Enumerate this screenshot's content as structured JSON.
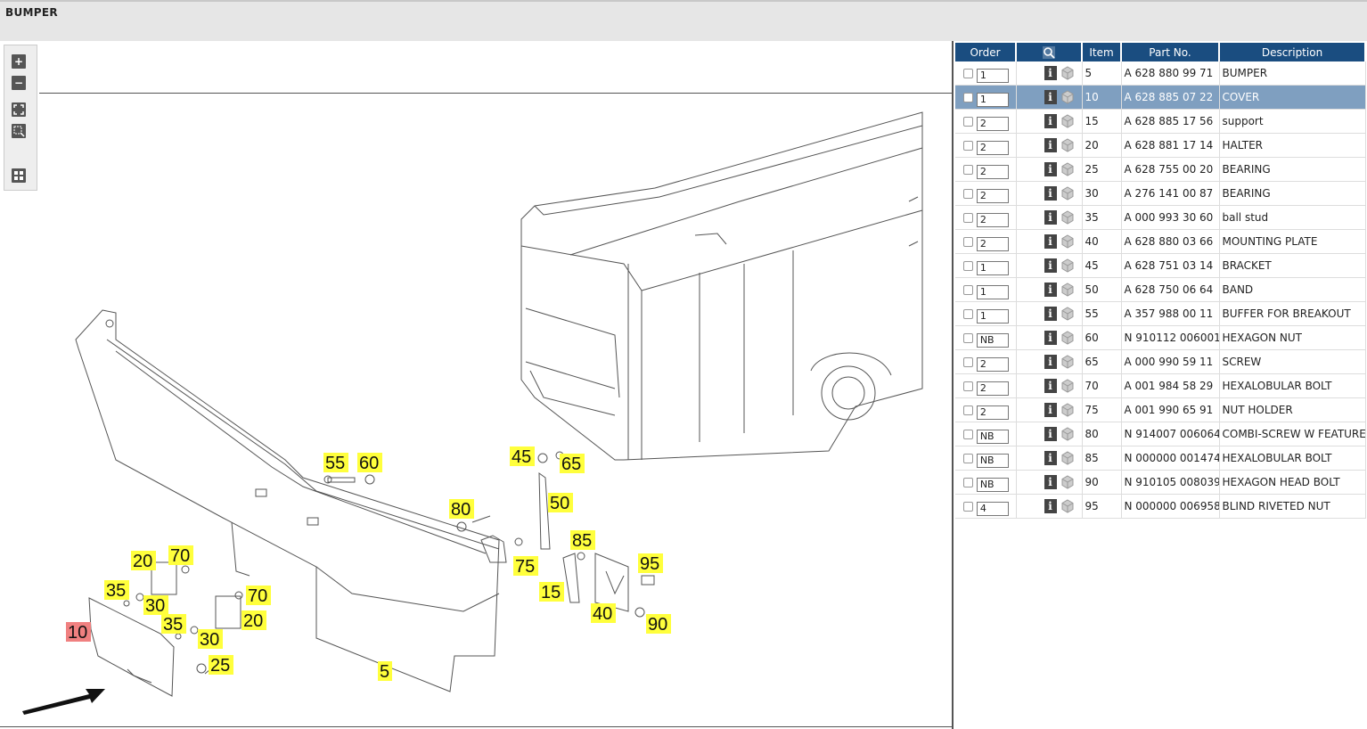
{
  "header": {
    "title": "BUMPER"
  },
  "toolbar": {
    "zoom_in": "+",
    "zoom_out": "−"
  },
  "diagram": {
    "callouts": [
      {
        "label": "55",
        "highlight": false
      },
      {
        "label": "60",
        "highlight": false
      },
      {
        "label": "45",
        "highlight": false
      },
      {
        "label": "65",
        "highlight": false
      },
      {
        "label": "50",
        "highlight": false
      },
      {
        "label": "80",
        "highlight": false
      },
      {
        "label": "85",
        "highlight": false
      },
      {
        "label": "95",
        "highlight": false
      },
      {
        "label": "75",
        "highlight": false
      },
      {
        "label": "15",
        "highlight": false
      },
      {
        "label": "40",
        "highlight": false
      },
      {
        "label": "90",
        "highlight": false
      },
      {
        "label": "20",
        "highlight": false
      },
      {
        "label": "70",
        "highlight": false
      },
      {
        "label": "35",
        "highlight": false
      },
      {
        "label": "30",
        "highlight": false
      },
      {
        "label": "70",
        "highlight": false
      },
      {
        "label": "20",
        "highlight": false
      },
      {
        "label": "35",
        "highlight": false
      },
      {
        "label": "30",
        "highlight": false
      },
      {
        "label": "10",
        "highlight": true
      },
      {
        "label": "25",
        "highlight": false
      },
      {
        "label": "5",
        "highlight": false
      }
    ]
  },
  "table": {
    "headers": {
      "order": "Order",
      "item": "Item",
      "part_no": "Part No.",
      "description": "Description"
    },
    "rows": [
      {
        "qty": "1",
        "item": "5",
        "part": "A 628 880 99 71",
        "desc": "BUMPER",
        "selected": false
      },
      {
        "qty": "1",
        "item": "10",
        "part": "A 628 885 07 22",
        "desc": "COVER",
        "selected": true
      },
      {
        "qty": "2",
        "item": "15",
        "part": "A 628 885 17 56",
        "desc": "support",
        "selected": false
      },
      {
        "qty": "2",
        "item": "20",
        "part": "A 628 881 17 14",
        "desc": "HALTER",
        "selected": false
      },
      {
        "qty": "2",
        "item": "25",
        "part": "A 628 755 00 20",
        "desc": "BEARING",
        "selected": false
      },
      {
        "qty": "2",
        "item": "30",
        "part": "A 276 141 00 87",
        "desc": "BEARING",
        "selected": false
      },
      {
        "qty": "2",
        "item": "35",
        "part": "A 000 993 30 60",
        "desc": "ball stud",
        "selected": false
      },
      {
        "qty": "2",
        "item": "40",
        "part": "A 628 880 03 66",
        "desc": "MOUNTING PLATE",
        "selected": false
      },
      {
        "qty": "1",
        "item": "45",
        "part": "A 628 751 03 14",
        "desc": "BRACKET",
        "selected": false
      },
      {
        "qty": "1",
        "item": "50",
        "part": "A 628 750 06 64",
        "desc": "BAND",
        "selected": false
      },
      {
        "qty": "1",
        "item": "55",
        "part": "A 357 988 00 11",
        "desc": "BUFFER FOR BREAKOUT",
        "selected": false
      },
      {
        "qty": "NB",
        "item": "60",
        "part": "N 910112 006001",
        "desc": "HEXAGON NUT",
        "selected": false
      },
      {
        "qty": "2",
        "item": "65",
        "part": "A 000 990 59 11",
        "desc": "SCREW",
        "selected": false
      },
      {
        "qty": "2",
        "item": "70",
        "part": "A 001 984 58 29",
        "desc": "HEXALOBULAR BOLT",
        "selected": false
      },
      {
        "qty": "2",
        "item": "75",
        "part": "A 001 990 65 91",
        "desc": "NUT HOLDER",
        "selected": false
      },
      {
        "qty": "NB",
        "item": "80",
        "part": "N 914007 006064",
        "desc": "COMBI-SCREW W FEATURE",
        "selected": false
      },
      {
        "qty": "NB",
        "item": "85",
        "part": "N 000000 001474",
        "desc": "HEXALOBULAR BOLT",
        "selected": false
      },
      {
        "qty": "NB",
        "item": "90",
        "part": "N 910105 008039",
        "desc": "HEXAGON HEAD BOLT",
        "selected": false
      },
      {
        "qty": "4",
        "item": "95",
        "part": "N 000000 006958",
        "desc": "BLIND RIVETED NUT",
        "selected": false
      }
    ]
  }
}
